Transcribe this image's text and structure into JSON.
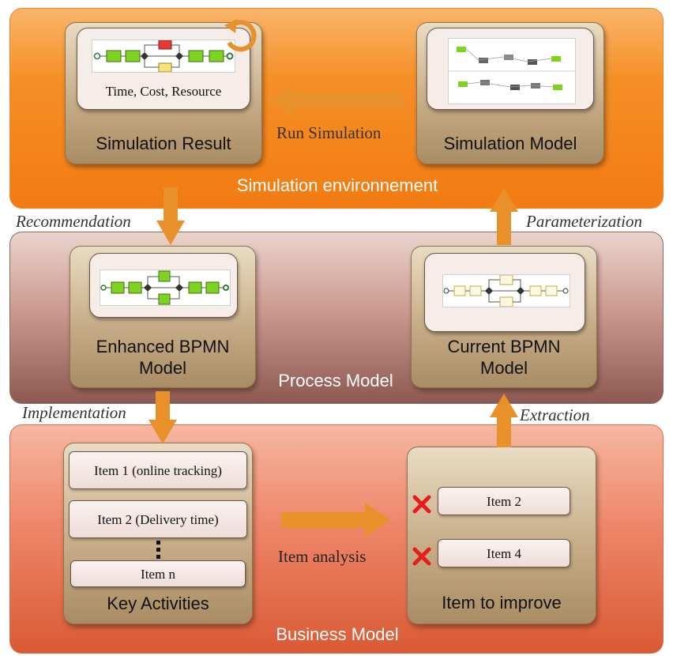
{
  "simulation_band": {
    "label": "Simulation environnement",
    "result_card": {
      "title": "Simulation Result",
      "metrics": "Time, Cost, Resource"
    },
    "model_card": {
      "title": "Simulation Model"
    },
    "run_label": "Run Simulation"
  },
  "process_band": {
    "label": "Process Model",
    "enhanced_card": {
      "title_line1": "Enhanced BPMN",
      "title_line2": "Model"
    },
    "current_card": {
      "title_line1": "Current BPMN",
      "title_line2": "Model"
    }
  },
  "business_band": {
    "label": "Business Model",
    "key_activities": {
      "title": "Key Activities",
      "items": [
        "Item 1  (online tracking)",
        "Item 2  (Delivery time)",
        "Item n"
      ]
    },
    "improve": {
      "title": "Item to improve",
      "items": [
        "Item 2",
        "Item 4"
      ]
    },
    "analysis_label": "Item analysis"
  },
  "flows": {
    "recommendation": "Recommendation",
    "parameterization": "Parameterization",
    "implementation": "Implementation",
    "extraction": "Extraction"
  },
  "colors": {
    "arrow": "#e8902a",
    "cross": "#e81c1c",
    "task_green": "#7ed321",
    "task_yellow": "#f7e27a",
    "task_red": "#e53935"
  }
}
